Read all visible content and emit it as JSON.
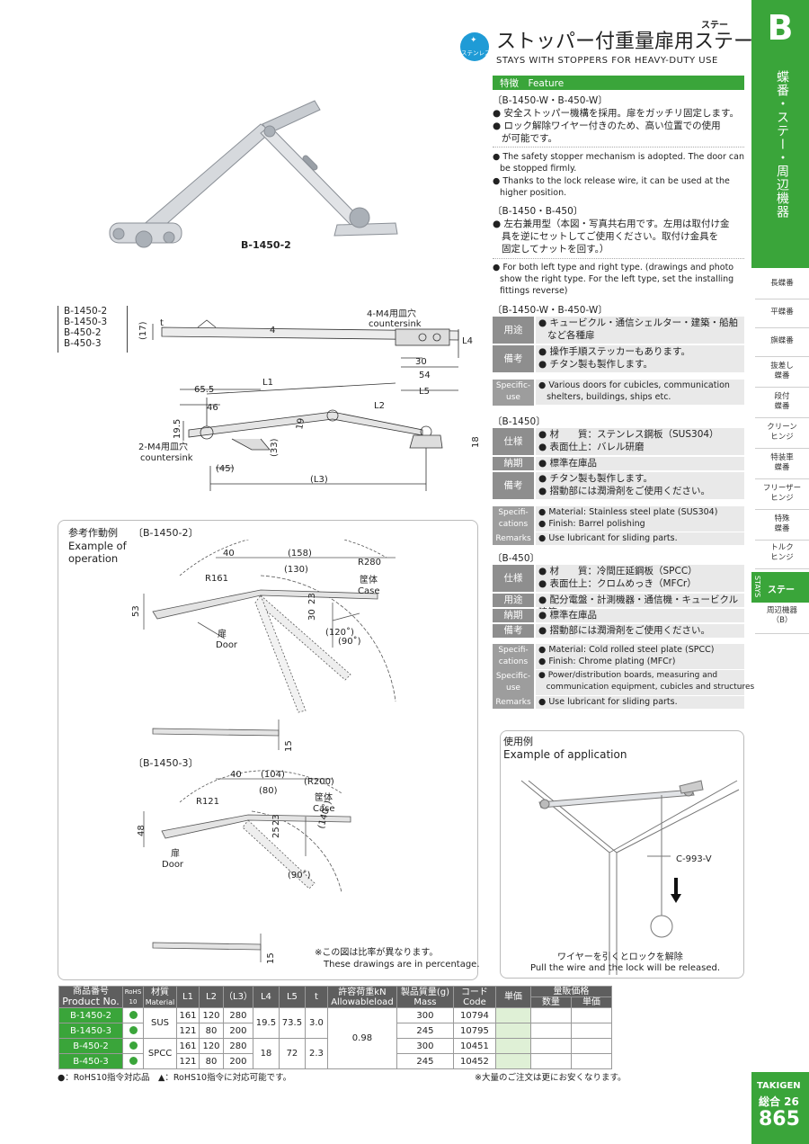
{
  "header": {
    "category": "ステー",
    "badge_text": "ステンレス",
    "title_ja": "ストッパー付重量扉用ステー",
    "title_en": "STAYS WITH STOPPERS FOR HEAVY-DUTY USE"
  },
  "sidebar": {
    "letter": "B",
    "vertical_label": "蝶番・ステー・周辺機器",
    "items": [
      {
        "label": "長蝶番"
      },
      {
        "label": "平蝶番"
      },
      {
        "label": "旗蝶番"
      },
      {
        "label": "抜差し\n蝶番"
      },
      {
        "label": "段付\n蝶番"
      },
      {
        "label": "クリーン\nヒンジ"
      },
      {
        "label": "特装車\n蝶番"
      },
      {
        "label": "フリーザー\nヒンジ"
      },
      {
        "label": "特殊\n蝶番"
      },
      {
        "label": "トルク\nヒンジ"
      }
    ],
    "active_vertical": "STAYS",
    "active_label": "ステー",
    "after_item": "周辺機器\n（B）",
    "footer_brand": "TAKIGEN",
    "footer_edition": "総合 26",
    "page_number": "865"
  },
  "feature": {
    "heading": "特徴　Feature",
    "group1_title": "〔B-1450-W・B-450-W〕",
    "group1_ja": [
      "安全ストッパー機構を採用。扉をガッチリ固定します。",
      "ロック解除ワイヤー付きのため、高い位置での使用",
      "が可能です。"
    ],
    "group1_en": [
      "The safety stopper mechanism is adopted. The door can",
      "be stopped firmly.",
      "Thanks to the lock release wire, it can be used at the",
      "higher position."
    ],
    "group2_title": "〔B-1450・B-450〕",
    "group2_ja": [
      "左右兼用型（本図・写真共右用です。左用は取付け金",
      "具を逆にセットしてご使用ください。取付け金具を",
      "固定してナットを回す。）"
    ],
    "group2_en": [
      "For both left type and right type. (drawings and photo",
      "show the right type. For the left type, set the installing",
      "fittings reverse)"
    ]
  },
  "specs": {
    "common_title": "〔B-1450-W・B-450-W〕",
    "common": [
      {
        "label": "用途",
        "lines": [
          "キュービクル・通信シェルター・建築・船舶",
          "など各種扉"
        ]
      },
      {
        "label": "備考",
        "lines": [
          "操作手順ステッカーもあります。",
          "チタン製も製作します。"
        ]
      },
      {
        "label": "Specific-\nuse",
        "lines": [
          "Various doors for cubicles, communication",
          "shelters, buildings, ships etc."
        ]
      }
    ],
    "b1450_title": "〔B-1450〕",
    "b1450": [
      {
        "label": "仕様",
        "lines": [
          "材　　質：ステンレス鋼板（SUS304）",
          "表面仕上：バレル研磨"
        ]
      },
      {
        "label": "納期",
        "lines": [
          "標準在庫品"
        ]
      },
      {
        "label": "備考",
        "lines": [
          "チタン製も製作します。",
          "摺動部には潤滑剤をご使用ください。"
        ]
      },
      {
        "label": "Specifi-\ncations",
        "lines": [
          "Material: Stainless steel plate (SUS304)",
          "Finish: Barrel polishing"
        ]
      },
      {
        "label": "Remarks",
        "lines": [
          "Use lubricant for sliding parts."
        ]
      }
    ],
    "b450_title": "〔B-450〕",
    "b450": [
      {
        "label": "仕様",
        "lines": [
          "材　　質：冷間圧延鋼板（SPCC）",
          "表面仕上：クロムめっき（MFCr）"
        ]
      },
      {
        "label": "用途",
        "lines": [
          "配分電盤・計測機器・通信機・キュービクル建築"
        ]
      },
      {
        "label": "納期",
        "lines": [
          "標準在庫品"
        ]
      },
      {
        "label": "備考",
        "lines": [
          "摺動部には潤滑剤をご使用ください。"
        ]
      },
      {
        "label": "Specifi-\ncations",
        "lines": [
          "Material: Cold rolled steel plate (SPCC)",
          "Finish: Chrome plating (MFCr)"
        ]
      },
      {
        "label": "Specific-\nuse",
        "lines": [
          "Power/distribution boards, measuring and",
          "communication equipment, cubicles and structures"
        ]
      },
      {
        "label": "Remarks",
        "lines": [
          "Use lubricant for sliding parts."
        ]
      }
    ]
  },
  "photo": {
    "label": "B-1450-2"
  },
  "drawing": {
    "models": [
      "B-1450-2",
      "B-1450-3",
      "B-450-2",
      "B-450-3"
    ],
    "dims": {
      "d17": "(17)",
      "t": "t",
      "d4": "4",
      "cs4_ja": "4-M4用皿穴",
      "cs4_en": "countersink",
      "L4": "L4",
      "d30": "30",
      "d54": "54",
      "L5": "L5",
      "d655": "65.5",
      "L1": "L1",
      "d46": "46",
      "L2": "L2",
      "d195": "19.5",
      "d19": "19",
      "d33": "(33)",
      "d18": "18",
      "cs2_ja": "2-M4用皿穴",
      "cs2_en": "countersink",
      "d45": "(45)",
      "L3": "(L3)"
    }
  },
  "operation": {
    "title_ja": "参考作動例",
    "title_en1": "Example of",
    "title_en2": "operation",
    "a": {
      "title": "〔B-1450-2〕",
      "d40": "40",
      "d158": "(158)",
      "d130": "(130)",
      "r280": "R280",
      "r161": "R161",
      "case_ja": "筐体",
      "case_en": "Case",
      "d53": "53",
      "d30": "30",
      "d23": "23",
      "door_ja": "扉",
      "door_en": "Door",
      "a120": "(120˚)",
      "a90": "(90˚)",
      "d15": "15"
    },
    "b": {
      "title": "〔B-1450-3〕",
      "d40": "40",
      "d104": "(104)",
      "d80": "(80)",
      "r200": "(R200)",
      "r121": "R121",
      "case_ja": "筐体",
      "case_en": "Case",
      "d48": "48",
      "d25": "25",
      "d23": "23",
      "door_ja": "扉",
      "door_en": "Door",
      "a140": "(140˚)",
      "a90": "(90˚)",
      "d15": "15"
    },
    "note_ja": "※この図は比率が異なります。",
    "note_en": "These drawings are in percentage."
  },
  "application": {
    "title_ja": "使用例",
    "title_en": "Example of application",
    "wire_label": "C-993-V",
    "note_ja": "ワイヤーを引くとロックを解除",
    "note_en": "Pull the wire and the lock will be released."
  },
  "table": {
    "headers": {
      "product_ja": "商品番号",
      "product_en": "Product No.",
      "rohs": "RoHS\n10",
      "material_ja": "材質",
      "material_en": "Material",
      "L1": "L1",
      "L2": "L2",
      "L3": "（L3）",
      "L4": "L4",
      "L5": "L5",
      "t": "t",
      "load_ja": "許容荷重kN",
      "load_en": "Allowableload",
      "mass_ja": "製品質量(g)",
      "mass_en": "Mass",
      "code_ja": "コード",
      "code_en": "Code",
      "unit_price": "単価",
      "bulk": "量販価格",
      "qty": "数量",
      "bulk_unit": "単価"
    },
    "rows": [
      {
        "product": "B-1450-2",
        "L1": "161",
        "L2": "120",
        "L3": "280",
        "mass": "300",
        "code": "10794"
      },
      {
        "product": "B-1450-3",
        "L1": "121",
        "L2": "80",
        "L3": "200",
        "mass": "245",
        "code": "10795"
      },
      {
        "product": "B-450-2",
        "L1": "161",
        "L2": "120",
        "L3": "280",
        "mass": "300",
        "code": "10451"
      },
      {
        "product": "B-450-3",
        "L1": "121",
        "L2": "80",
        "L3": "200",
        "mass": "245",
        "code": "10452"
      }
    ],
    "groups": [
      {
        "material": "SUS",
        "L4": "19.5",
        "L5": "73.5",
        "t": "3.0"
      },
      {
        "material": "SPCC",
        "L4": "18",
        "L5": "72",
        "t": "2.3"
      }
    ],
    "load": "0.98",
    "footnote_left": "●：RoHS10指令対応品　▲：RoHS10指令に対応可能です。",
    "footnote_right": "※大量のご注文は更にお安くなります。"
  },
  "colors": {
    "accent": "#3aa53a",
    "badge": "#1f9bd6",
    "label_gray": "#8e8e8e"
  }
}
